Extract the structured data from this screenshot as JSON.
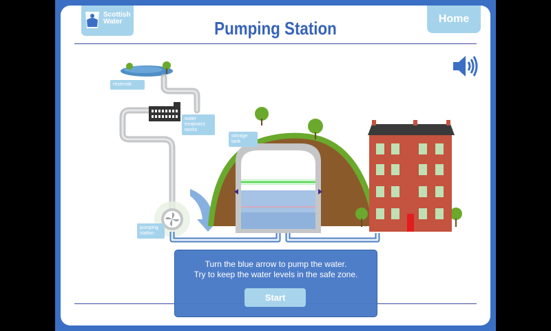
{
  "header": {
    "logo_line1": "Scottish",
    "logo_line2": "Water",
    "title": "Pumping Station",
    "home_label": "Home"
  },
  "labels": {
    "reservoir": "reservoir",
    "treatment_line1": "water",
    "treatment_line2": "treatment",
    "treatment_line3": "works",
    "storage_line1": "storage",
    "storage_line2": "tank",
    "pumping_line1": "pumping",
    "pumping_line2": "station"
  },
  "dialog": {
    "line1": "Turn the blue arrow to pump the water.",
    "line2": "Try to keep the water levels in the safe zone.",
    "start_label": "Start"
  },
  "icons": {
    "speaker": "speaker-icon",
    "logo": "scottish-water-logo-icon",
    "arrow": "curved-arrow-icon",
    "pump": "pump-fan-icon"
  },
  "colors": {
    "frame": "#3a6fc4",
    "title": "#3663b8",
    "button_bg": "#a6d3ec",
    "dialog_bg": "#4a7ac8",
    "hill": "#8b5a2b",
    "grass": "#6aa92c",
    "building": "#c4533f",
    "safe_zone": "#4cd64c",
    "pipe": "#c4c6c8"
  }
}
